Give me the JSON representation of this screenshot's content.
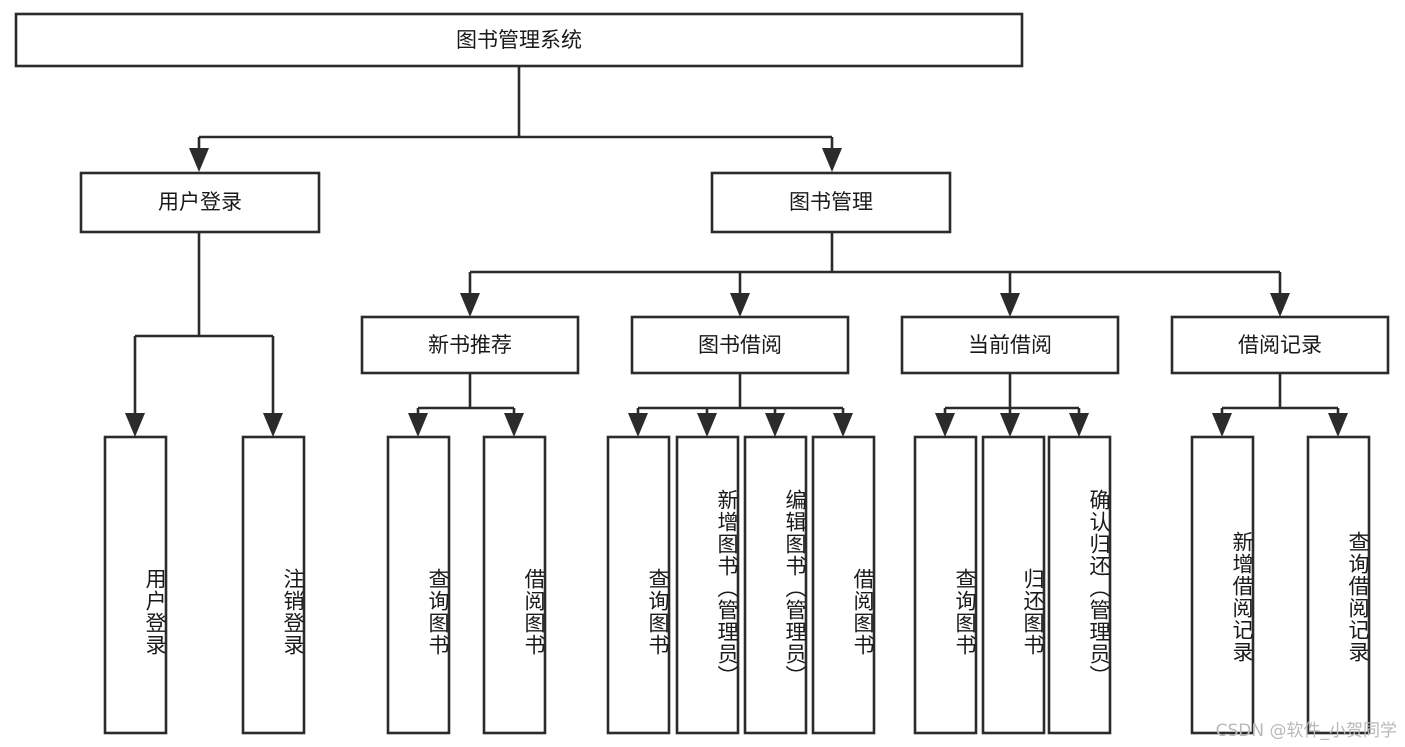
{
  "diagram": {
    "type": "hierarchy-tree",
    "title": "图书管理系统",
    "root": {
      "id": "root",
      "label": "图书管理系统"
    },
    "level2": [
      {
        "id": "user-login",
        "label": "用户登录"
      },
      {
        "id": "book-manage",
        "label": "图书管理"
      }
    ],
    "level3": [
      {
        "id": "new-book-recommend",
        "label": "新书推荐",
        "parent": "book-manage"
      },
      {
        "id": "book-borrow",
        "label": "图书借阅",
        "parent": "book-manage"
      },
      {
        "id": "current-borrow",
        "label": "当前借阅",
        "parent": "book-manage"
      },
      {
        "id": "borrow-record",
        "label": "借阅记录",
        "parent": "book-manage"
      }
    ],
    "leaves": [
      {
        "id": "leaf-user-login",
        "label": "用户登录",
        "parent": "user-login"
      },
      {
        "id": "leaf-logout-login",
        "label": "注销登录",
        "parent": "user-login"
      },
      {
        "id": "leaf-query-book-1",
        "label": "查询图书",
        "parent": "new-book-recommend"
      },
      {
        "id": "leaf-borrow-book-1",
        "label": "借阅图书",
        "parent": "new-book-recommend"
      },
      {
        "id": "leaf-query-book-2",
        "label": "查询图书",
        "parent": "book-borrow"
      },
      {
        "id": "leaf-add-book",
        "label": "新增图书（管理员）",
        "parent": "book-borrow"
      },
      {
        "id": "leaf-edit-book",
        "label": "编辑图书（管理员）",
        "parent": "book-borrow"
      },
      {
        "id": "leaf-borrow-book-2",
        "label": "借阅图书",
        "parent": "book-borrow"
      },
      {
        "id": "leaf-query-book-3",
        "label": "查询图书",
        "parent": "current-borrow"
      },
      {
        "id": "leaf-return-book",
        "label": "归还图书",
        "parent": "current-borrow"
      },
      {
        "id": "leaf-confirm-return",
        "label": "确认归还（管理员）",
        "parent": "current-borrow"
      },
      {
        "id": "leaf-add-record",
        "label": "新增借阅记录",
        "parent": "borrow-record"
      },
      {
        "id": "leaf-query-record",
        "label": "查询借阅记录",
        "parent": "borrow-record"
      }
    ],
    "colors": {
      "stroke": "#2b2b2b",
      "fill": "#ffffff",
      "text": "#1a1a1a",
      "watermark": "#b9b9b9"
    }
  },
  "watermark": {
    "text": "CSDN @软件_小贺同学"
  }
}
